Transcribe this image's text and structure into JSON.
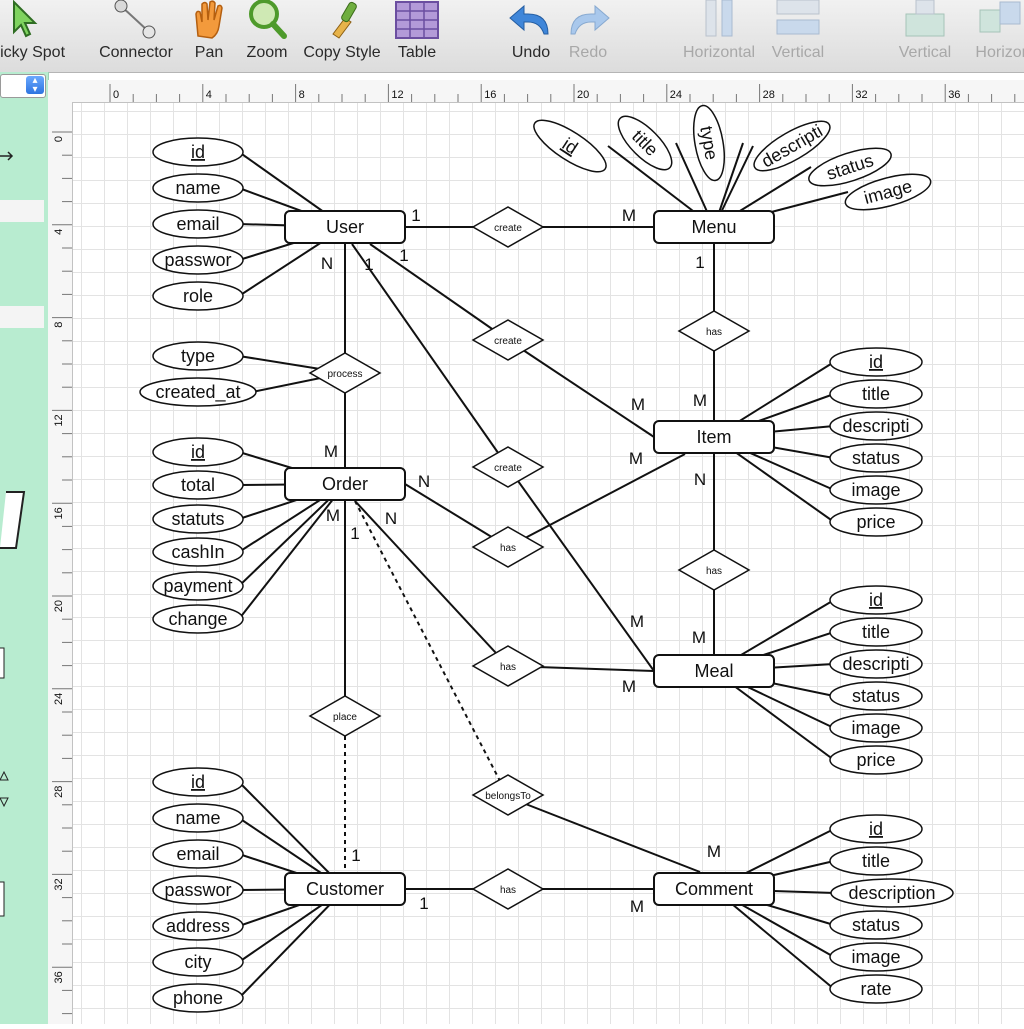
{
  "toolbar": {
    "items": [
      {
        "label": "Sticky Spot",
        "icon": "sticky-spot-icon",
        "enabled": true
      },
      {
        "label": "Connector",
        "icon": "connector-icon",
        "enabled": true
      },
      {
        "label": "Pan",
        "icon": "pan-hand-icon",
        "enabled": true
      },
      {
        "label": "Zoom",
        "icon": "zoom-magnifier-icon",
        "enabled": true
      },
      {
        "label": "Copy Style",
        "icon": "copy-style-brush-icon",
        "enabled": true
      },
      {
        "label": "Table",
        "icon": "table-icon",
        "enabled": true
      },
      {
        "label": "Undo",
        "icon": "undo-icon",
        "enabled": true
      },
      {
        "label": "Redo",
        "icon": "redo-icon",
        "enabled": false
      },
      {
        "label": "Horizontal",
        "icon": "horizontal-align-icon",
        "enabled": false
      },
      {
        "label": "Vertical",
        "icon": "vertical-align-icon",
        "enabled": false
      },
      {
        "label": "Vertical",
        "icon": "vertical-distribute-icon",
        "enabled": false
      },
      {
        "label": "Horizon",
        "icon": "horizontal-distribute-icon",
        "enabled": false
      }
    ]
  },
  "rulers": {
    "top": [
      "0",
      "4",
      "8",
      "12",
      "16",
      "20",
      "24",
      "28",
      "32",
      "36"
    ],
    "left": [
      "0",
      "4",
      "8",
      "12",
      "16",
      "20",
      "24",
      "28",
      "32",
      "36"
    ]
  },
  "diagram": {
    "entities": [
      {
        "id": "user",
        "label": "User"
      },
      {
        "id": "menu",
        "label": "Menu"
      },
      {
        "id": "item",
        "label": "Item"
      },
      {
        "id": "order",
        "label": "Order"
      },
      {
        "id": "meal",
        "label": "Meal"
      },
      {
        "id": "customer",
        "label": "Customer"
      },
      {
        "id": "comment",
        "label": "Comment"
      }
    ],
    "relationships": [
      {
        "id": "r-user-menu",
        "label": "create"
      },
      {
        "id": "r-user-item",
        "label": "create"
      },
      {
        "id": "r-user-meal",
        "label": "create"
      },
      {
        "id": "r-menu-item",
        "label": "has"
      },
      {
        "id": "r-user-order",
        "label": "process"
      },
      {
        "id": "r-order-item",
        "label": "has"
      },
      {
        "id": "r-item-meal",
        "label": "has"
      },
      {
        "id": "r-order-meal",
        "label": "has"
      },
      {
        "id": "r-order-customer",
        "label": "place"
      },
      {
        "id": "r-order-comment",
        "label": "belongsTo"
      },
      {
        "id": "r-customer-comment",
        "label": "has"
      }
    ],
    "attributes": [
      {
        "owner": "user",
        "label": "id",
        "key": true
      },
      {
        "owner": "user",
        "label": "name",
        "key": false
      },
      {
        "owner": "user",
        "label": "email",
        "key": false
      },
      {
        "owner": "user",
        "label": "passwor",
        "key": false
      },
      {
        "owner": "user",
        "label": "role",
        "key": false
      },
      {
        "owner": "r-user-order",
        "label": "type",
        "key": false
      },
      {
        "owner": "r-user-order",
        "label": "created_at",
        "key": false
      },
      {
        "owner": "order",
        "label": "id",
        "key": true
      },
      {
        "owner": "order",
        "label": "total",
        "key": false
      },
      {
        "owner": "order",
        "label": "statuts",
        "key": false
      },
      {
        "owner": "order",
        "label": "cashIn",
        "key": false
      },
      {
        "owner": "order",
        "label": "payment",
        "key": false
      },
      {
        "owner": "order",
        "label": "change",
        "key": false
      },
      {
        "owner": "customer",
        "label": "id",
        "key": true
      },
      {
        "owner": "customer",
        "label": "name",
        "key": false
      },
      {
        "owner": "customer",
        "label": "email",
        "key": false
      },
      {
        "owner": "customer",
        "label": "passwor",
        "key": false
      },
      {
        "owner": "customer",
        "label": "address",
        "key": false
      },
      {
        "owner": "customer",
        "label": "city",
        "key": false
      },
      {
        "owner": "customer",
        "label": "phone",
        "key": false
      },
      {
        "owner": "menu",
        "label": "id",
        "key": true
      },
      {
        "owner": "menu",
        "label": "title",
        "key": false
      },
      {
        "owner": "menu",
        "label": "type",
        "key": false
      },
      {
        "owner": "menu",
        "label": "descripti",
        "key": false
      },
      {
        "owner": "menu",
        "label": "status",
        "key": false
      },
      {
        "owner": "menu",
        "label": "image",
        "key": false
      },
      {
        "owner": "item",
        "label": "id",
        "key": true
      },
      {
        "owner": "item",
        "label": "title",
        "key": false
      },
      {
        "owner": "item",
        "label": "descripti",
        "key": false
      },
      {
        "owner": "item",
        "label": "status",
        "key": false
      },
      {
        "owner": "item",
        "label": "image",
        "key": false
      },
      {
        "owner": "item",
        "label": "price",
        "key": false
      },
      {
        "owner": "meal",
        "label": "id",
        "key": true
      },
      {
        "owner": "meal",
        "label": "title",
        "key": false
      },
      {
        "owner": "meal",
        "label": "descripti",
        "key": false
      },
      {
        "owner": "meal",
        "label": "status",
        "key": false
      },
      {
        "owner": "meal",
        "label": "image",
        "key": false
      },
      {
        "owner": "meal",
        "label": "price",
        "key": false
      },
      {
        "owner": "comment",
        "label": "id",
        "key": true
      },
      {
        "owner": "comment",
        "label": "title",
        "key": false
      },
      {
        "owner": "comment",
        "label": "description",
        "key": false
      },
      {
        "owner": "comment",
        "label": "status",
        "key": false
      },
      {
        "owner": "comment",
        "label": "image",
        "key": false
      },
      {
        "owner": "comment",
        "label": "rate",
        "key": false
      }
    ],
    "cardinalities": [
      {
        "edge": "user-menu:user",
        "label": "1"
      },
      {
        "edge": "user-menu:menu",
        "label": "M"
      },
      {
        "edge": "user-item:user",
        "label": "1"
      },
      {
        "edge": "user-meal:user",
        "label": "1"
      },
      {
        "edge": "user-order:user",
        "label": "N"
      },
      {
        "edge": "user-order:order",
        "label": "M"
      },
      {
        "edge": "menu-item:menu",
        "label": "1"
      },
      {
        "edge": "menu-item:item",
        "label": "M"
      },
      {
        "edge": "user-item:item",
        "label": "M"
      },
      {
        "edge": "order-item:item",
        "label": "M"
      },
      {
        "edge": "order-item:order",
        "label": "N"
      },
      {
        "edge": "item-meal:item",
        "label": "N"
      },
      {
        "edge": "order-meal:order",
        "label": "N"
      },
      {
        "edge": "order-customer:order",
        "label": "M"
      },
      {
        "edge": "order-comment:order",
        "label": "1"
      },
      {
        "edge": "user-meal:meal",
        "label": "M"
      },
      {
        "edge": "item-meal:meal",
        "label": "M"
      },
      {
        "edge": "order-meal:meal",
        "label": "M"
      },
      {
        "edge": "order-customer:customer",
        "label": "1"
      },
      {
        "edge": "order-comment:comment",
        "label": "M"
      },
      {
        "edge": "customer-comment:customer",
        "label": "1"
      },
      {
        "edge": "customer-comment:comment",
        "label": "M"
      }
    ]
  }
}
